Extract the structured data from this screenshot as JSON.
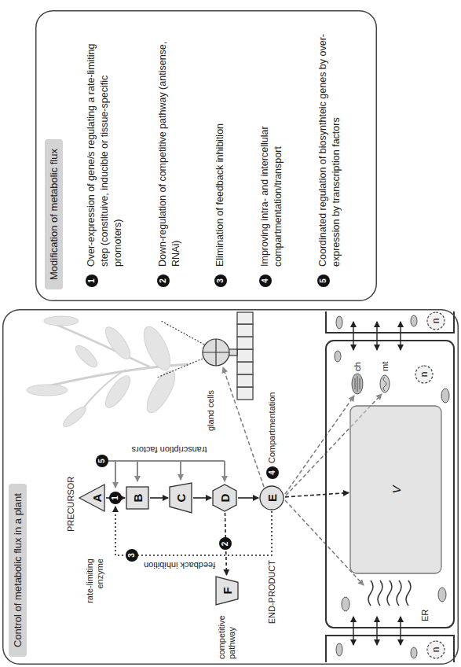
{
  "diagram": {
    "nodes": [
      {
        "text": [
          "Control of metabolic flux in a plant"
        ]
      },
      {
        "text": [
          "A"
        ],
        "in": 0
      },
      {
        "text": [
          "B"
        ],
        "in": 0
      },
      {
        "text": [
          "C"
        ],
        "in": 0
      },
      {
        "text": [
          "D"
        ],
        "in": 0
      },
      {
        "text": [
          "E"
        ],
        "in": 0
      },
      {
        "text": [
          "F"
        ],
        "in": 0
      },
      {
        "text": [
          "V"
        ],
        "in": 0
      },
      {
        "text": [
          "n"
        ],
        "in": 0
      },
      {
        "text": [
          "n"
        ],
        "in": 0
      },
      {
        "text": [
          "n"
        ],
        "in": 0
      },
      {
        "text": [
          "Modification of metabolic flux",
          "Over-expression of gene/s regulating a rate-limiting step (constituive, inducible or tissue-specific promoters)",
          "Down-regulation of competitive pathway (antisense, RNAi)",
          "Elimination of feedback inhibition",
          "Improving intra- and intercellular compartmentation/transport",
          "Coordinated regulation of biosynthteic genes by over-expression by transcription factors"
        ]
      }
    ],
    "edges": [
      {
        "from": 1,
        "to": 2,
        "arrow": "to",
        "label": "1"
      },
      {
        "from": 2,
        "to": 3,
        "arrow": "to"
      },
      {
        "from": 3,
        "to": 4,
        "arrow": "to"
      },
      {
        "from": 4,
        "to": 5,
        "arrow": "to"
      },
      {
        "from": 4,
        "to": 6,
        "arrow": "to",
        "label": "2"
      },
      {
        "from": 5,
        "to": 7,
        "arrow": "to"
      }
    ],
    "labels": [
      "PRECURSOR",
      "rate-limiting enzyme",
      "3",
      "feedback inhibition",
      "5",
      "transcription factors",
      "competitive pathway",
      "END-PRODUCT",
      "4",
      "Compartmentation",
      "gland cells",
      "ER",
      "mt",
      "ch",
      "1",
      "2",
      "3",
      "4",
      "5"
    ]
  }
}
